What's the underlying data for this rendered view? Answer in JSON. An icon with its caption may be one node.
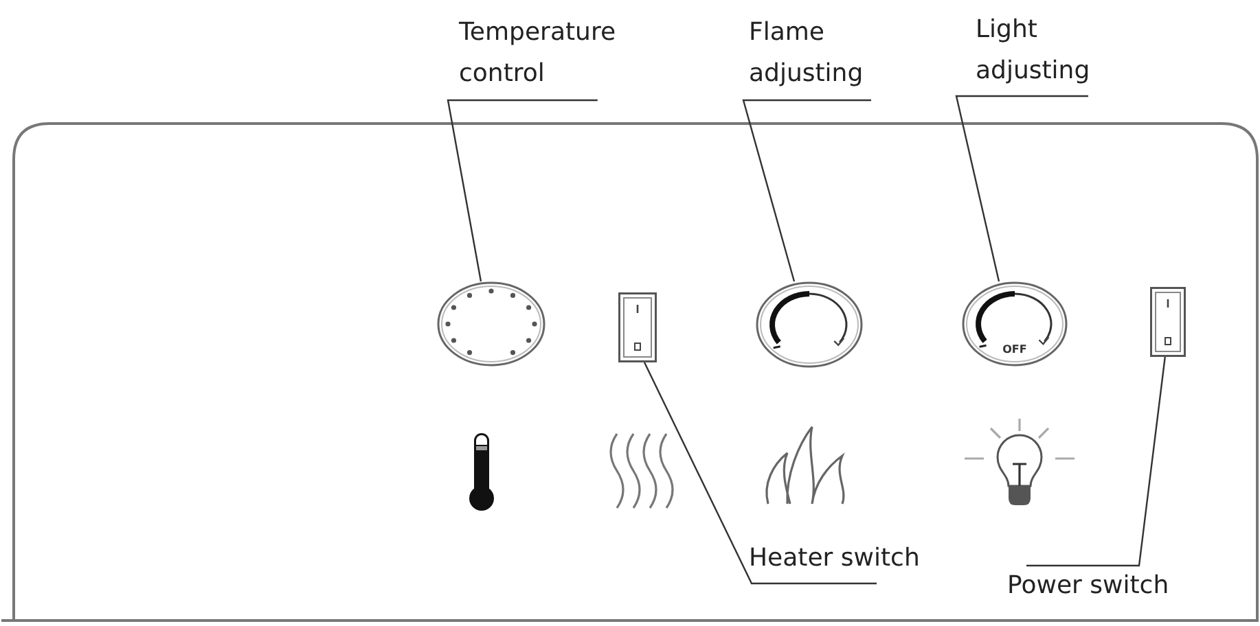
{
  "diagram": {
    "nodes": [
      {
        "text": [
          "Temperature control"
        ]
      },
      {
        "text": [
          "Flame adjusting"
        ]
      },
      {
        "text": [
          "Light adjusting"
        ]
      },
      {
        "text": [],
        "shape": "circle"
      },
      {
        "text": [],
        "shape": "box"
      },
      {
        "text": [],
        "shape": "circle"
      },
      {
        "text": [
          "OFF"
        ]
      },
      {
        "text": [],
        "shape": "box"
      },
      {
        "text": [
          "Heater switch"
        ]
      },
      {
        "text": [
          "Power switch"
        ]
      }
    ],
    "edges": [
      {
        "from": 0,
        "to": 3,
        "arrow": "none"
      },
      {
        "from": 1,
        "to": 5,
        "arrow": "none"
      },
      {
        "from": 2,
        "to": 6,
        "arrow": "none"
      },
      {
        "from": 8,
        "to": 4,
        "arrow": "none"
      },
      {
        "from": 9,
        "to": 7,
        "arrow": "none"
      }
    ]
  }
}
